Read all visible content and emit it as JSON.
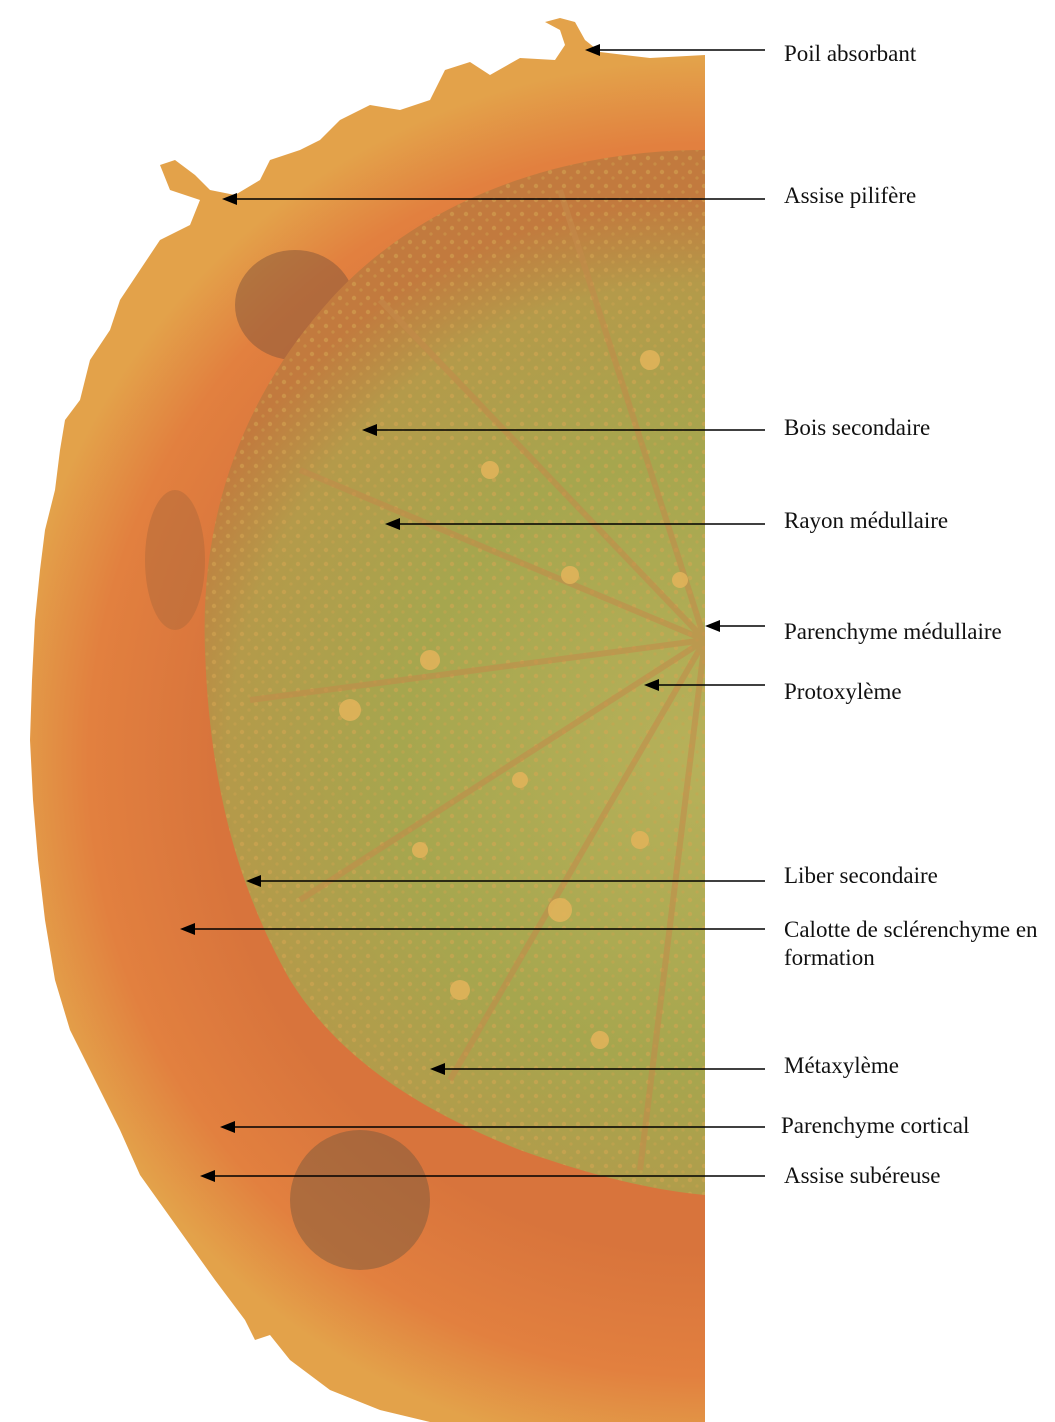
{
  "figure": {
    "labels": [
      {
        "id": "poil-absorbant",
        "text": "Poil absorbant"
      },
      {
        "id": "assise-pilifere",
        "text": "Assise pilifère"
      },
      {
        "id": "bois-secondaire",
        "text": "Bois secondaire"
      },
      {
        "id": "rayon-medullaire",
        "text": "Rayon médullaire"
      },
      {
        "id": "parenchyme-medullaire",
        "text": "Parenchyme médullaire"
      },
      {
        "id": "protoxyleme",
        "text": "Protoxylème"
      },
      {
        "id": "liber-secondaire",
        "text": "Liber secondaire"
      },
      {
        "id": "calotte-sclerenchyme",
        "text": "Calotte de sclérenchyme en formation"
      },
      {
        "id": "metaxyleme",
        "text": "Métaxylème"
      },
      {
        "id": "parenchyme-cortical",
        "text": "Parenchyme cortical"
      },
      {
        "id": "assise-subereuse",
        "text": "Assise subéreuse"
      }
    ]
  }
}
